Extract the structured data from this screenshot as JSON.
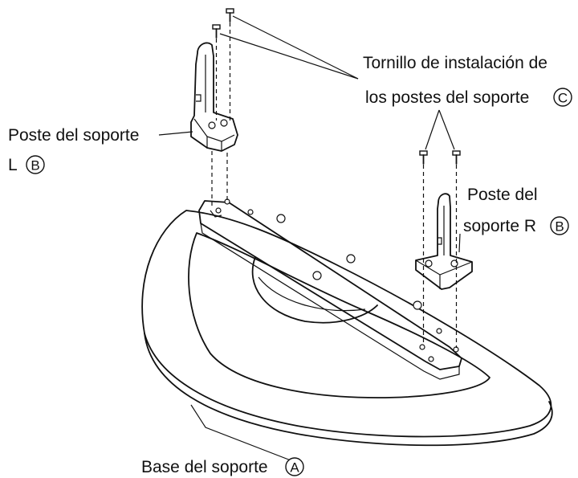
{
  "labels": {
    "screw": {
      "line1": "Tornillo de instalación de",
      "line2": "los postes del soporte",
      "mark": "C"
    },
    "post_left": {
      "line1": "Poste del soporte",
      "line2": "L",
      "mark": "B"
    },
    "post_right": {
      "line1": "Poste del",
      "line2": "soporte R",
      "mark": "B"
    },
    "base": {
      "text": "Base del soporte",
      "mark": "A"
    }
  }
}
